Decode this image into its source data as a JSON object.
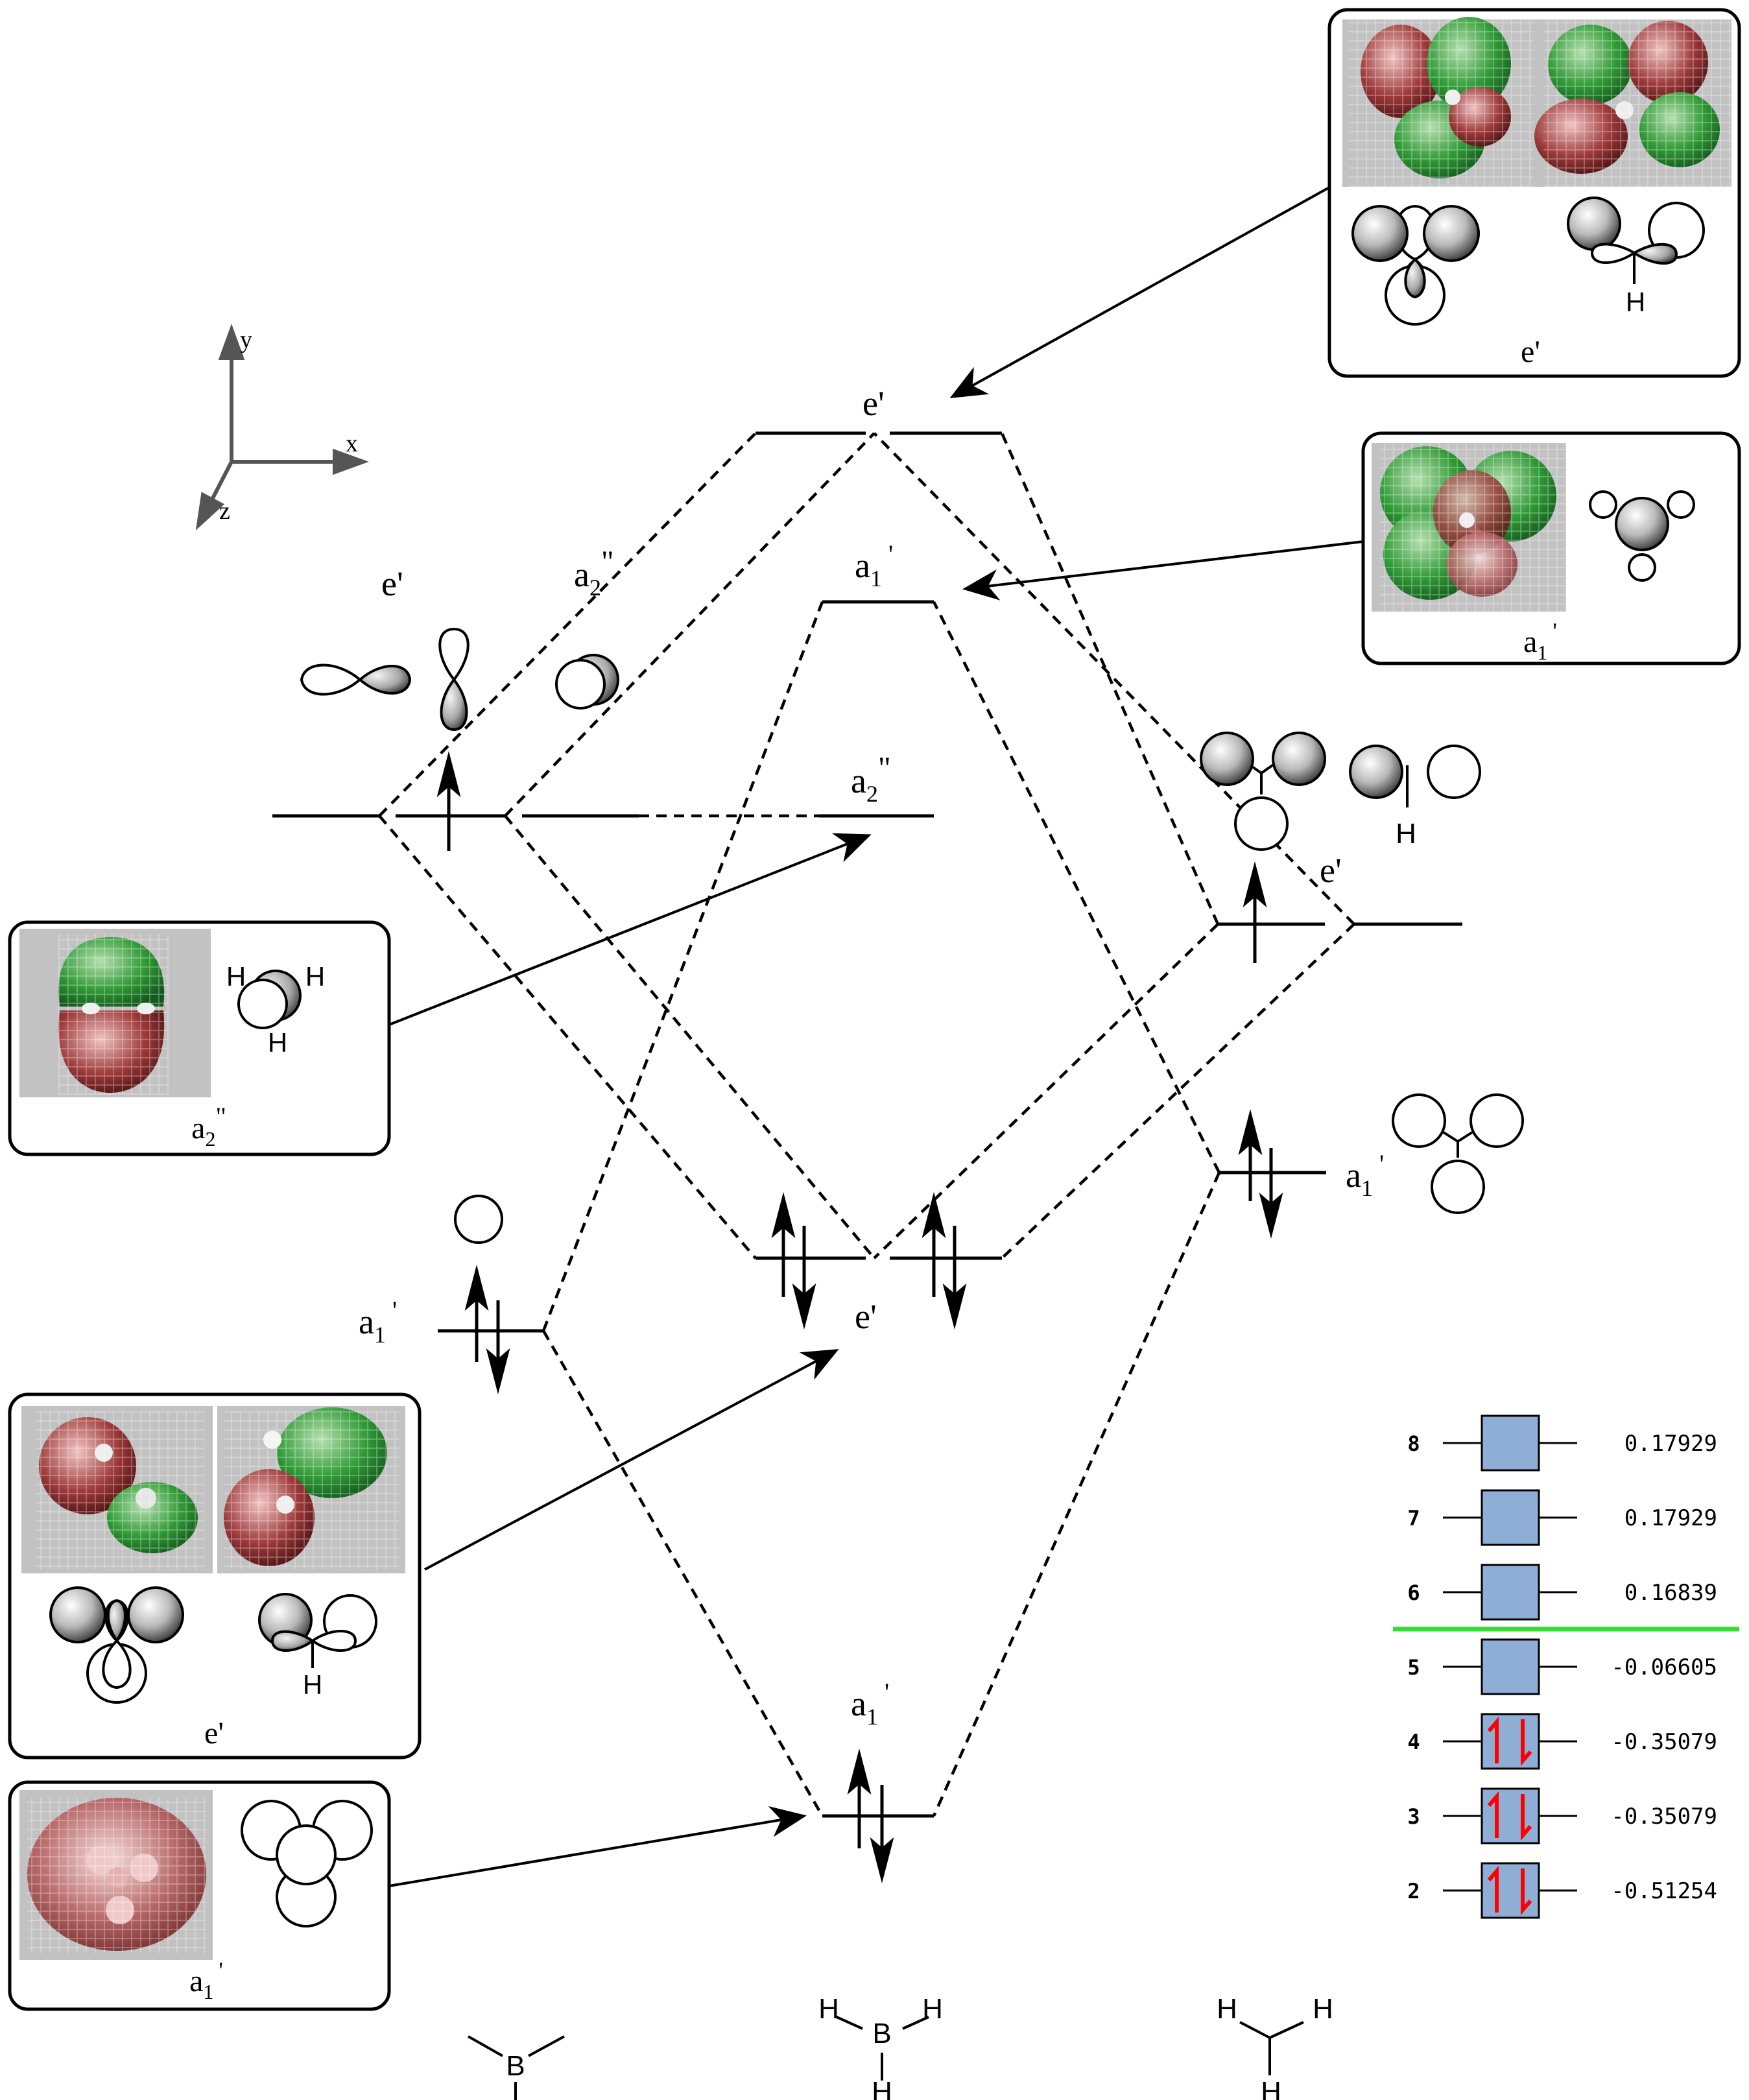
{
  "axes": {
    "x": "x",
    "y": "y",
    "z": "z"
  },
  "boron": {
    "p_label": "e'",
    "pz_label": "a",
    "pz_sub": "2",
    "pz_sup": "\"",
    "s_label": "a",
    "s_sub": "1",
    "s_sup": "'"
  },
  "hydrogen": {
    "e_label": "e'",
    "a1_label": "a",
    "a1_sub": "1",
    "a1_sup": "'",
    "h_atom": "H"
  },
  "mo": {
    "e_antibonding": "e'",
    "a1_antibonding": {
      "main": "a",
      "sub": "1",
      "sup": "'"
    },
    "a2": {
      "main": "a",
      "sub": "2",
      "sup": "\""
    },
    "e_bonding": "e'",
    "a1_bonding": {
      "main": "a",
      "sub": "1",
      "sup": "'"
    }
  },
  "boxes": {
    "e_antibonding": {
      "label": "e'",
      "h_atom": "H"
    },
    "a1_antibonding": {
      "main": "a",
      "sub": "1",
      "sup": "'"
    },
    "a2": {
      "main": "a",
      "sub": "2",
      "sup": "\"",
      "h1": "H",
      "h2": "H",
      "h3": "H"
    },
    "e_bonding": {
      "label": "e'",
      "h_atom": "H"
    },
    "a1_bonding": {
      "main": "a",
      "sub": "1",
      "sup": "'"
    }
  },
  "fragments": {
    "b": "B",
    "bh3": {
      "b": "B",
      "h_left": "H",
      "h_right": "H",
      "h_bottom": "H"
    },
    "h3": {
      "h_left": "H",
      "h_right": "H",
      "h_bottom": "H"
    }
  },
  "energy_table": {
    "colors": {
      "box": "#8eaed6",
      "value": "#1a1aff",
      "electron": "#ff0000",
      "divider": "#2fe02f"
    },
    "rows": [
      {
        "index": "8",
        "value": "0.17929",
        "occupied": false
      },
      {
        "index": "7",
        "value": "0.17929",
        "occupied": false
      },
      {
        "index": "6",
        "value": "0.16839",
        "occupied": false
      },
      {
        "index": "5",
        "value": "-0.06605",
        "occupied": false
      },
      {
        "index": "4",
        "value": "-0.35079",
        "occupied": true
      },
      {
        "index": "3",
        "value": "-0.35079",
        "occupied": true
      },
      {
        "index": "2",
        "value": "-0.51254",
        "occupied": true
      }
    ]
  }
}
